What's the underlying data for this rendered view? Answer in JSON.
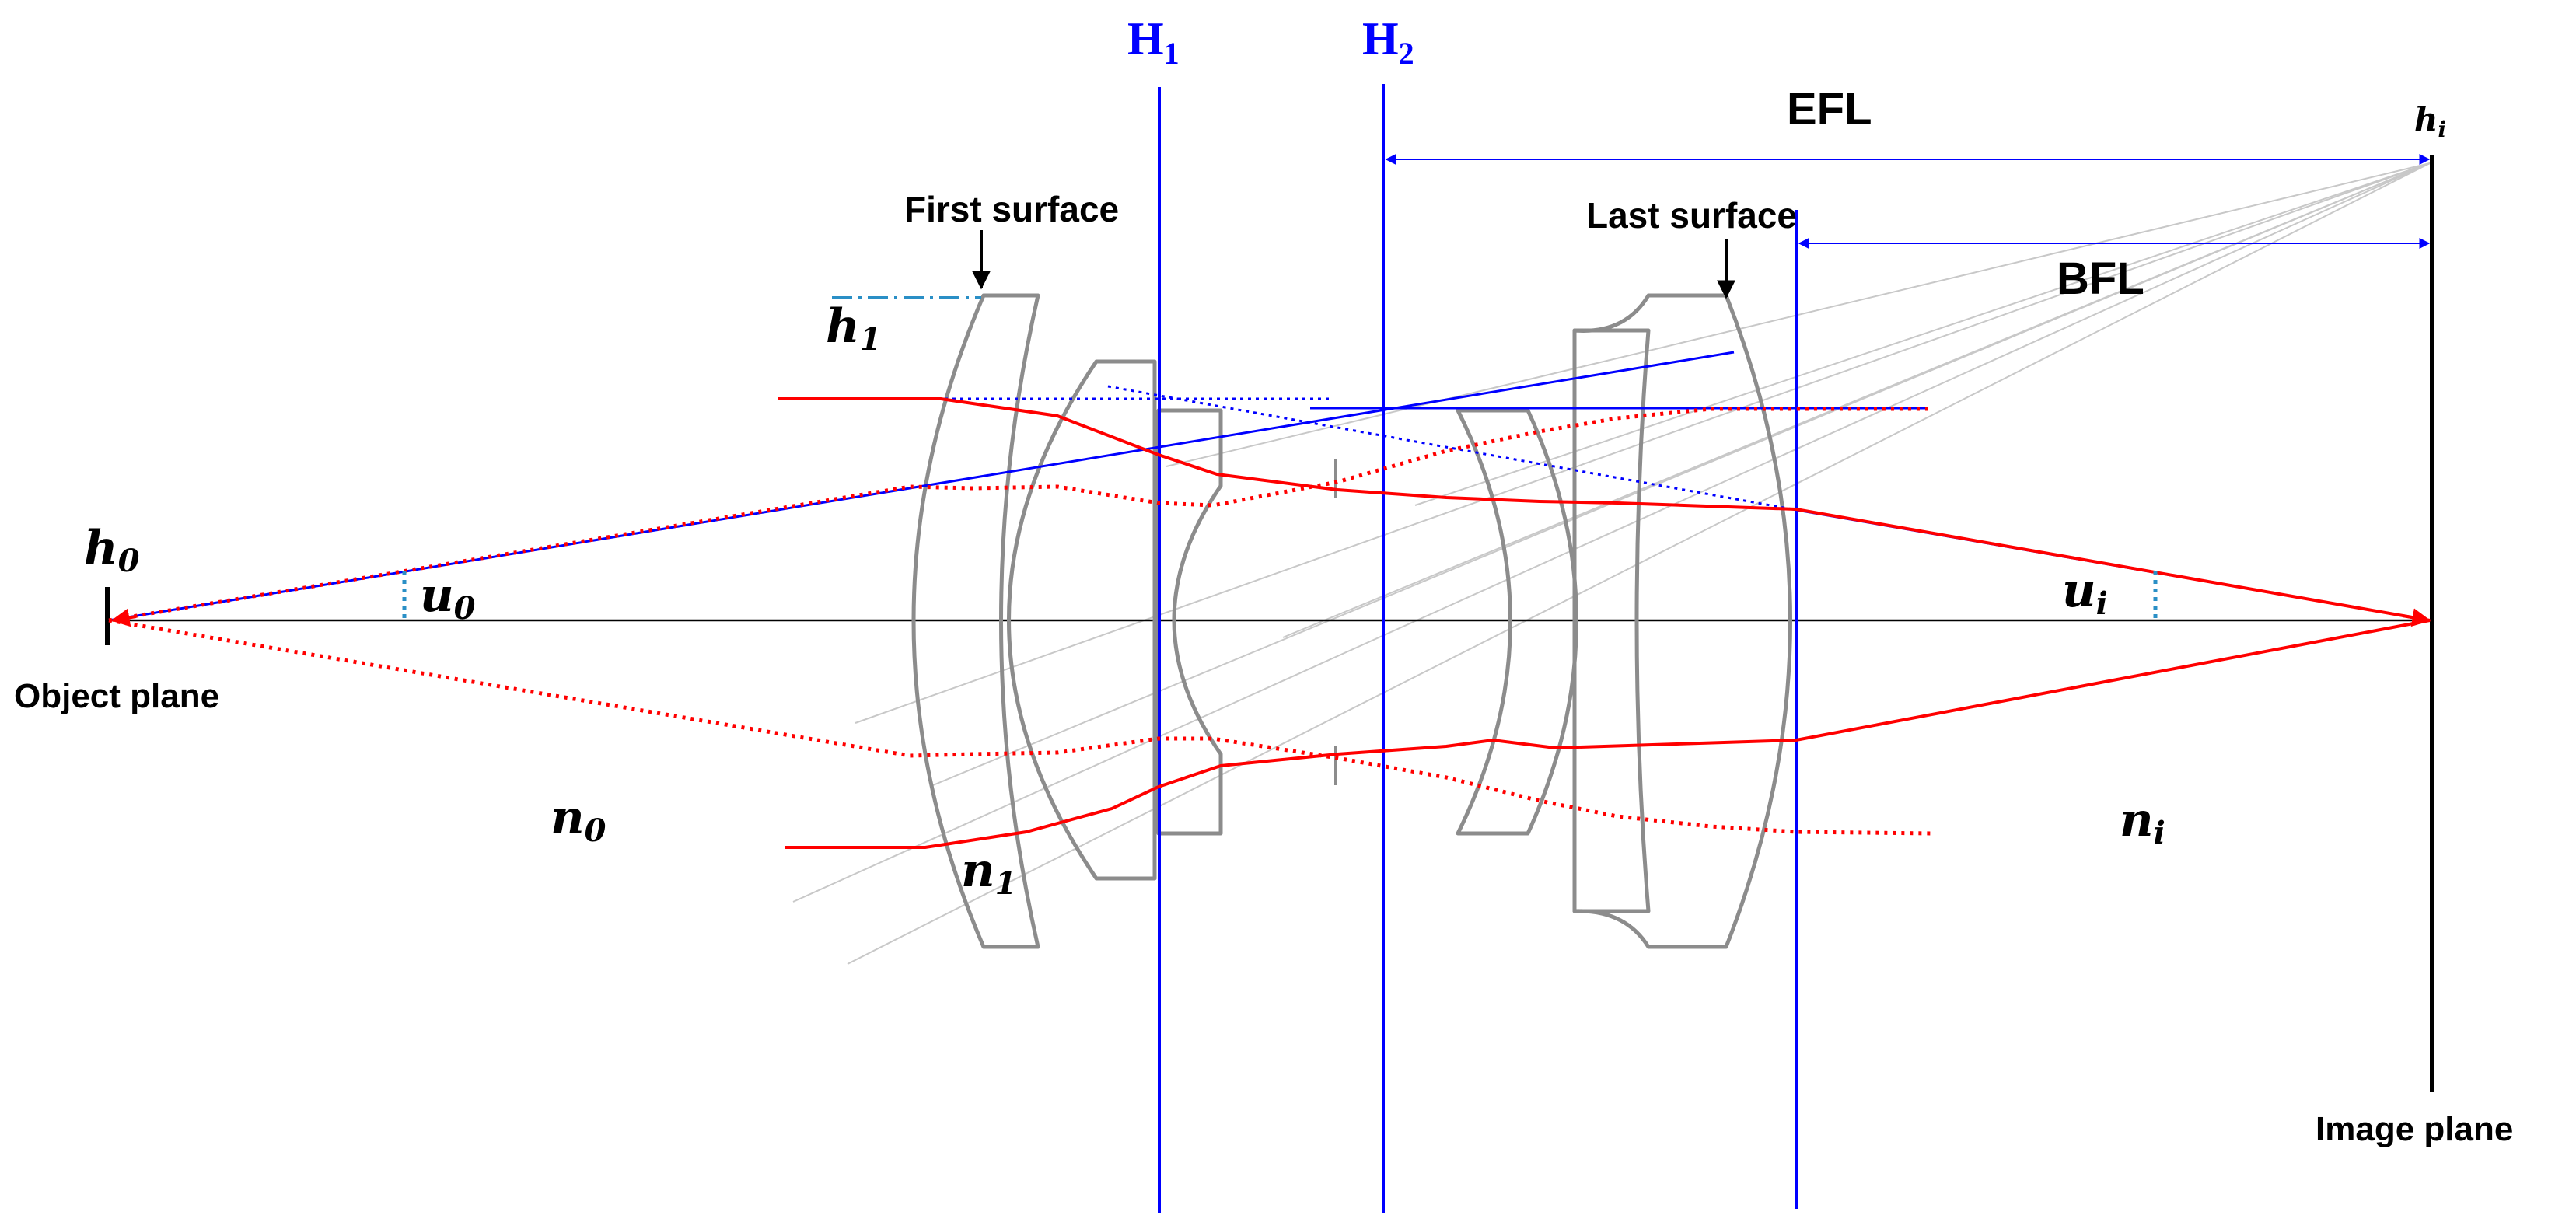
{
  "labels": {
    "h1_plane": "H",
    "h1_plane_sub": "1",
    "h2_plane": "H",
    "h2_plane_sub": "2",
    "efl": "EFL",
    "bfl": "BFL",
    "first_surface": "First surface",
    "last_surface": "Last surface",
    "object_plane": "Object plane",
    "image_plane": "Image plane",
    "h0": "h",
    "h0_sub": "0",
    "h1": "h",
    "h1_sub": "1",
    "hi": "h",
    "hi_sub": "i",
    "u0": "u",
    "u0_sub": "0",
    "ui": "u",
    "ui_sub": "i",
    "n0": "n",
    "n0_sub": "0",
    "n1": "n",
    "n1_sub": "1",
    "ni": "n",
    "ni_sub": "i"
  },
  "colors": {
    "principal_plane": "#0000ff",
    "marginal_ray": "#ff0000",
    "lens": "#8c8c8c",
    "axis": "#000000",
    "dimension": "#3355dd",
    "chief_rays": "#c8c8c8",
    "angle_marker": "#2a8fc6"
  }
}
